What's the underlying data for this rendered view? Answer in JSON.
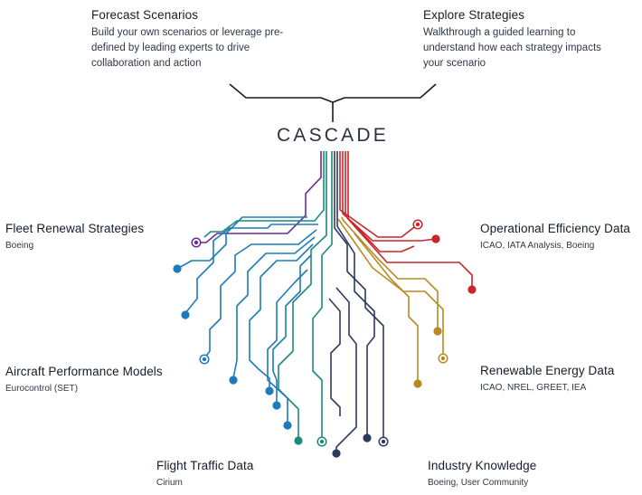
{
  "brand": "CASCADE",
  "top": [
    {
      "title": "Forecast Scenarios",
      "lines": [
        "Build your own scenarios or leverage pre-",
        "defined by leading experts to drive",
        "collaboration and action"
      ]
    },
    {
      "title": "Explore Strategies",
      "lines": [
        "Walkthrough a guided learning to",
        "understand how each strategy impacts",
        "your scenario"
      ]
    }
  ],
  "sources": {
    "fleet": {
      "title": "Fleet Renewal Strategies",
      "subtitle": "Boeing"
    },
    "aircraft": {
      "title": "Aircraft Performance Models",
      "subtitle": "Eurocontrol (SET)"
    },
    "traffic": {
      "title": "Flight Traffic Data",
      "subtitle": "Cirium"
    },
    "operational": {
      "title": "Operational Efficiency Data",
      "subtitle": "ICAO, IATA Analysis, Boeing"
    },
    "renewable": {
      "title": "Renewable Energy Data",
      "subtitle": "ICAO, NREL, GREET, IEA"
    },
    "industry": {
      "title": "Industry Knowledge",
      "subtitle": "Boeing, User Community"
    }
  },
  "colors": {
    "purple": "#6a2c91",
    "blue": "#1c7bb8",
    "teal": "#1b8a7a",
    "navy": "#2c3a5e",
    "gold": "#b98a22",
    "red": "#c8262b",
    "ink": "#151c28"
  }
}
